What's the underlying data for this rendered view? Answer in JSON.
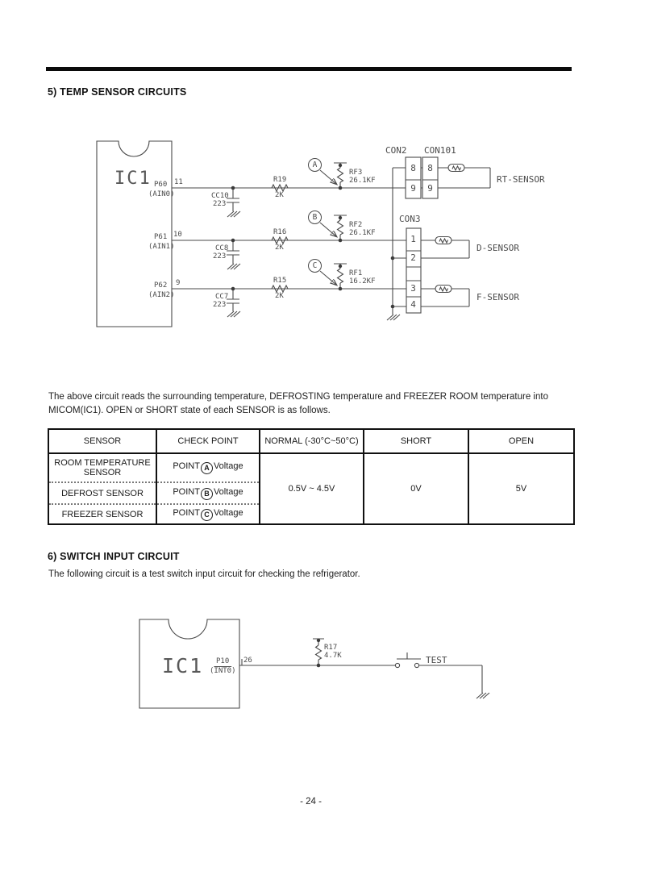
{
  "document": {
    "section5": {
      "heading": "5) TEMP SENSOR CIRCUITS",
      "body_line1": "The above circuit reads the surrounding temperature, DEFROSTING temperature and FREEZER ROOM temperature into",
      "body_line2": "MICOM(IC1). OPEN or SHORT state of each SENSOR is as follows."
    },
    "section6": {
      "heading": "6) SWITCH INPUT CIRCUIT",
      "body": "The following circuit is a test switch input circuit for checking the refrigerator."
    },
    "page_number": "- 24 -"
  },
  "circuit1": {
    "ic_label": "IC1",
    "rows": [
      {
        "pin_label": "P60",
        "pin_sub": "(AIN0)",
        "pin_no": "11",
        "cap_name": "CC10",
        "cap_value": "223",
        "res_name": "R19",
        "res_value": "2K",
        "pull_name": "RF3",
        "pull_value": "26.1KF",
        "point": "A"
      },
      {
        "pin_label": "P61",
        "pin_sub": "(AIN1)",
        "pin_no": "10",
        "cap_name": "CC8",
        "cap_value": "223",
        "res_name": "R16",
        "res_value": "2K",
        "pull_name": "RF2",
        "pull_value": "26.1KF",
        "point": "B"
      },
      {
        "pin_label": "P62",
        "pin_sub": "(AIN2)",
        "pin_no": "9",
        "cap_name": "CC7",
        "cap_value": "223",
        "res_name": "R15",
        "res_value": "2K",
        "pull_name": "RF1",
        "pull_value": "16.2KF",
        "point": "C"
      }
    ],
    "con2": {
      "label": "CON2",
      "pin_top": "8",
      "pin_bottom": "9"
    },
    "con101": {
      "label": "CON101",
      "pin_top": "8",
      "pin_bottom": "9"
    },
    "con3": {
      "label": "CON3",
      "pin1": "1",
      "pin2": "2",
      "pin3": "3",
      "pin4": "4"
    },
    "sensors": {
      "rt": "RT-SENSOR",
      "d": "D-SENSOR",
      "f": "F-SENSOR"
    }
  },
  "table": {
    "headers": [
      "SENSOR",
      "CHECK POINT",
      "NORMAL (-30°C~50°C)",
      "SHORT",
      "OPEN"
    ],
    "rows": [
      {
        "sensor": "ROOM TEMPERATURE SENSOR",
        "check_prefix": "POINT",
        "point": "A",
        "check_suffix": "Voltage"
      },
      {
        "sensor": "DEFROST SENSOR",
        "check_prefix": "POINT",
        "point": "B",
        "check_suffix": "Voltage"
      },
      {
        "sensor": "FREEZER SENSOR",
        "check_prefix": "POINT",
        "point": "C",
        "check_suffix": "Voltage"
      }
    ],
    "normal_value": "0.5V ~ 4.5V",
    "short_value": "0V",
    "open_value": "5V"
  },
  "circuit2": {
    "ic_label": "IC1",
    "pin_label": "P10",
    "pin_paren_open": "(",
    "pin_sub": "INT0",
    "pin_paren_close": ")",
    "pin_no": "26",
    "res_name": "R17",
    "res_value": "4.7K",
    "switch_label": "TEST"
  }
}
